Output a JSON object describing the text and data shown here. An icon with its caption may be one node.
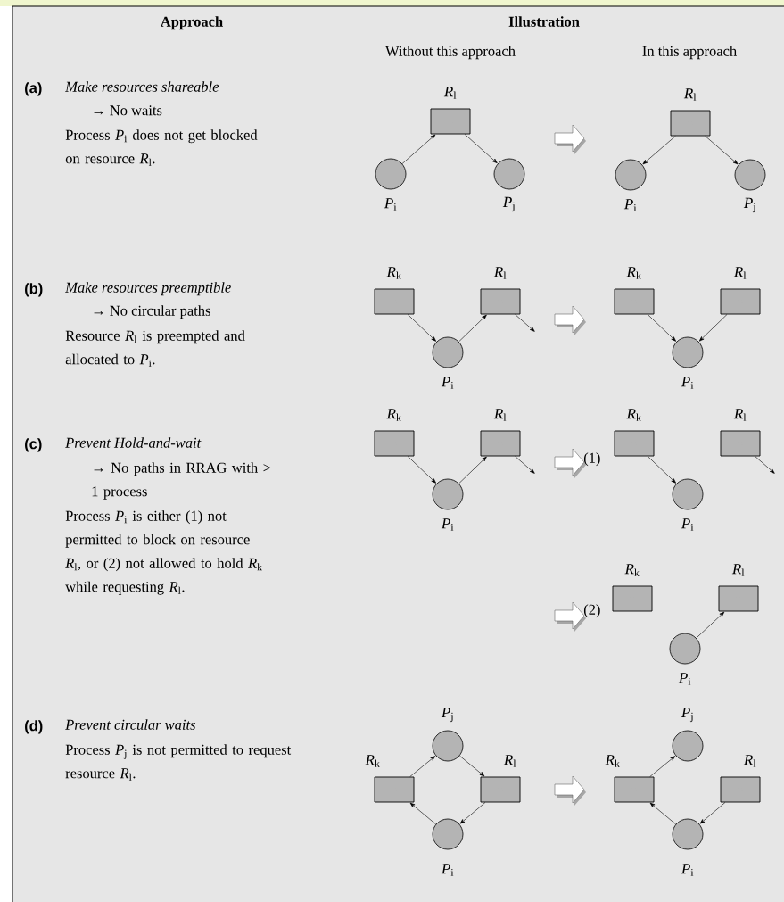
{
  "diagram": {
    "nodes": [
      {
        "text": [],
        "shape": "box",
        "beside": [
          "*R*$_{l}$"
        ]
      },
      {
        "text": [],
        "shape": "circle",
        "beside": [
          "*P*$_{i}$"
        ]
      },
      {
        "text": [],
        "shape": "circle",
        "beside": [
          "*P*$_{j}$"
        ]
      },
      {
        "text": [],
        "shape": "box",
        "beside": [
          "*R*$_{l}$"
        ]
      },
      {
        "text": [],
        "shape": "circle",
        "beside": [
          "*P*$_{i}$"
        ]
      },
      {
        "text": [],
        "shape": "circle",
        "beside": [
          "*P*$_{j}$"
        ]
      },
      {
        "text": [],
        "shape": "box",
        "beside": [
          "*R*$_{k}$"
        ]
      },
      {
        "text": [],
        "shape": "box",
        "beside": [
          "*R*$_{l}$"
        ]
      },
      {
        "text": [],
        "shape": "circle",
        "beside": [
          "*P*$_{i}$"
        ]
      },
      {
        "text": [],
        "shape": "box",
        "beside": [
          "*R*$_{k}$"
        ]
      },
      {
        "text": [],
        "shape": "box",
        "beside": [
          "*R*$_{l}$"
        ]
      },
      {
        "text": [],
        "shape": "circle",
        "beside": [
          "*P*$_{i}$"
        ]
      },
      {
        "text": [],
        "shape": "box",
        "beside": [
          "*R*$_{k}$"
        ]
      },
      {
        "text": [],
        "shape": "box",
        "beside": [
          "*R*$_{l}$"
        ]
      },
      {
        "text": [],
        "shape": "circle",
        "beside": [
          "*P*$_{i}$"
        ]
      },
      {
        "text": [],
        "shape": "box",
        "beside": [
          "*R*$_{k}$"
        ]
      },
      {
        "text": [],
        "shape": "box",
        "beside": [
          "*R*$_{l}$"
        ]
      },
      {
        "text": [],
        "shape": "circle",
        "beside": [
          "*P*$_{i}$"
        ]
      },
      {
        "text": [],
        "shape": "box",
        "beside": [
          "*R*$_{k}$"
        ]
      },
      {
        "text": [],
        "shape": "box",
        "beside": [
          "*R*$_{l}$"
        ]
      },
      {
        "text": [],
        "shape": "circle",
        "beside": [
          "*P*$_{i}$"
        ]
      },
      {
        "text": [],
        "shape": "circle",
        "beside": [
          "*P*$_{j}$"
        ]
      },
      {
        "text": [],
        "shape": "box",
        "beside": [
          "*R*$_{k}$"
        ]
      },
      {
        "text": [],
        "shape": "box",
        "beside": [
          "*R*$_{l}$"
        ]
      },
      {
        "text": [],
        "shape": "circle",
        "beside": [
          "*P*$_{i}$"
        ]
      },
      {
        "text": [],
        "shape": "circle",
        "beside": [
          "*P*$_{j}$"
        ]
      },
      {
        "text": [],
        "shape": "box",
        "beside": [
          "*R*$_{k}$"
        ]
      },
      {
        "text": [],
        "shape": "box",
        "beside": [
          "*R*$_{l}$"
        ]
      },
      {
        "text": [],
        "shape": "circle",
        "beside": [
          "*P*$_{i}$"
        ]
      }
    ],
    "edges": [
      {
        "from": 1,
        "to": 0,
        "arrow": "to"
      },
      {
        "from": 0,
        "to": 2,
        "arrow": "to"
      },
      {
        "from": 3,
        "to": 4,
        "arrow": "to"
      },
      {
        "from": 3,
        "to": 5,
        "arrow": "to"
      },
      {
        "from": 6,
        "to": 8,
        "arrow": "to"
      },
      {
        "from": 8,
        "to": 7,
        "arrow": "to"
      },
      {
        "from": 7,
        "to": null,
        "arrow": "to"
      },
      {
        "from": 9,
        "to": 11,
        "arrow": "to"
      },
      {
        "from": 10,
        "to": 11,
        "arrow": "to"
      },
      {
        "from": 12,
        "to": 14,
        "arrow": "to"
      },
      {
        "from": 14,
        "to": 13,
        "arrow": "to"
      },
      {
        "from": 13,
        "to": null,
        "arrow": "to"
      },
      {
        "from": 15,
        "to": 17,
        "arrow": "to"
      },
      {
        "from": 16,
        "to": null,
        "arrow": "to"
      },
      {
        "from": 20,
        "to": 19,
        "arrow": "to"
      },
      {
        "from": 22,
        "to": 21,
        "arrow": "to"
      },
      {
        "from": 21,
        "to": 23,
        "arrow": "to"
      },
      {
        "from": 23,
        "to": 24,
        "arrow": "to"
      },
      {
        "from": 24,
        "to": 22,
        "arrow": "to"
      },
      {
        "from": 26,
        "to": 25,
        "arrow": "to"
      },
      {
        "from": 27,
        "to": 28,
        "arrow": "to"
      },
      {
        "from": 28,
        "to": 26,
        "arrow": "to"
      }
    ],
    "labels": [
      "Approach",
      "Illustration",
      "Without this approach",
      "In this approach",
      "(a)",
      "Make resources shareable",
      "→ No waits",
      "Process *P*$_{i}$ does not get blocked on resource *R*$_{l}$.",
      "(b)",
      "Make resources preemptible",
      "→ No circular paths",
      "Resource *R*$_{l}$ is preempted and allocated to *P*$_{i}$.",
      "(c)",
      "Prevent Hold-and-wait",
      "→ No paths in RRAG with > 1 process",
      "Process *P*$_{i}$ is either (1) not permitted to block on resource *R*$_{l}$, or (2) not allowed to hold *R*$_{k}$ while requesting *R*$_{l}$.",
      "(1)",
      "(2)",
      "(d)",
      "Prevent circular waits",
      "Process *P*$_{j}$ is not permitted to request resource *R*$_{l}$."
    ]
  }
}
